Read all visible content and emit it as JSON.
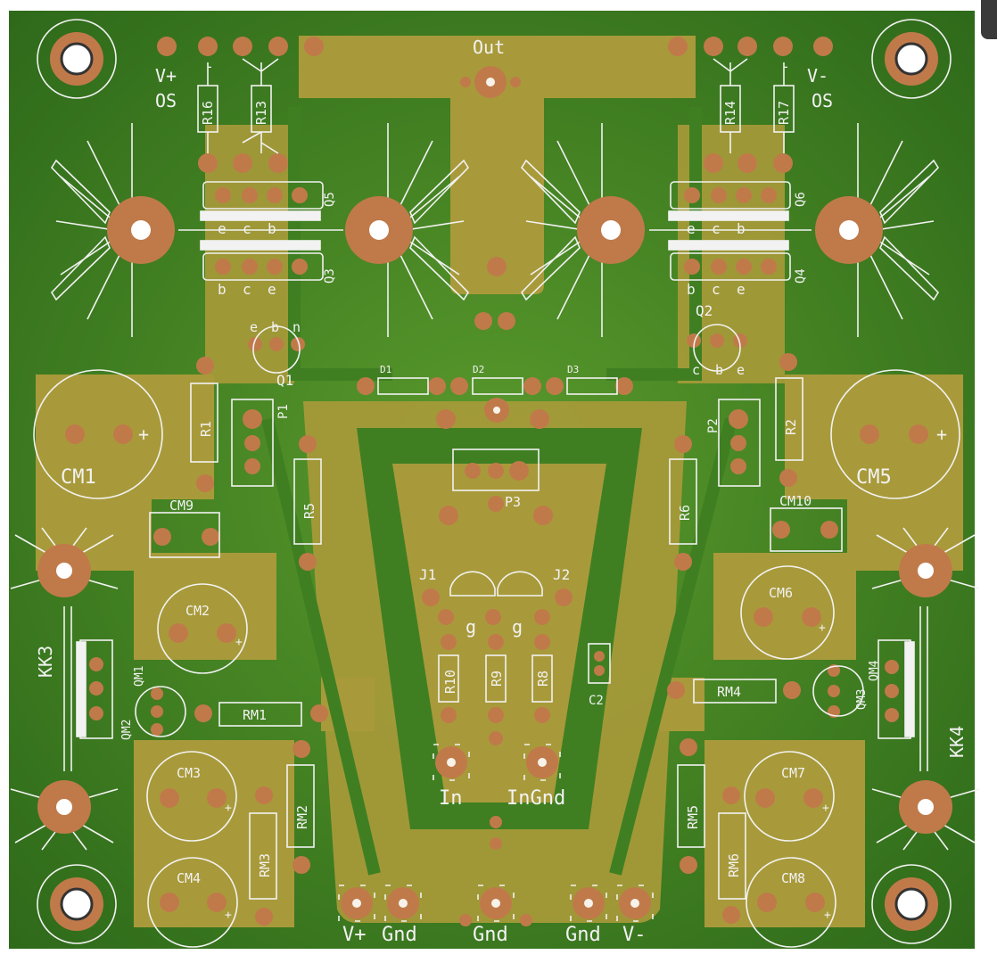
{
  "labels": {
    "out": "Out",
    "v_plus": "V+",
    "os_left": "OS",
    "v_minus": "V-",
    "os_right": "OS",
    "r16": "R16",
    "r13": "R13",
    "r14": "R14",
    "r17": "R17",
    "q5": "Q5",
    "q3": "Q3",
    "q6": "Q6",
    "q4": "Q4",
    "q1": "Q1",
    "q2": "Q2",
    "d1": "D1",
    "d2": "D2",
    "d3": "D3",
    "r1": "R1",
    "r2": "R2",
    "r5": "R5",
    "r6": "R6",
    "p1": "P1",
    "p2": "P2",
    "p3": "P3",
    "cm1": "CM1",
    "cm5": "CM5",
    "cm9": "CM9",
    "cm10": "CM10",
    "cm2": "CM2",
    "cm6": "CM6",
    "cm3": "CM3",
    "cm7": "CM7",
    "cm4": "CM4",
    "cm8": "CM8",
    "j1": "J1",
    "j2": "J2",
    "g_left": "g",
    "g_right": "g",
    "r10": "R10",
    "r9": "R9",
    "r8": "R8",
    "c2": "C2",
    "kk3": "KK3",
    "kk4": "KK4",
    "qm1": "QM1",
    "qm2": "QM2",
    "qm3": "QM3",
    "qm4": "QM4",
    "rm1": "RM1",
    "rm2": "RM2",
    "rm3": "RM3",
    "rm4": "RM4",
    "rm5": "RM5",
    "rm6": "RM6",
    "in": "In",
    "ingnd": "InGnd",
    "pwr_vplus": "V+",
    "pwr_gnd1": "Gnd",
    "pwr_gnd2": "Gnd",
    "pwr_gnd3": "Gnd",
    "pwr_vminus": "V-",
    "pin_e1": "e",
    "pin_c1": "c",
    "pin_b1": "b",
    "pin_b2": "b",
    "pin_c2": "c",
    "pin_e2": "e",
    "pin_e3": "e",
    "pin_c3": "c",
    "pin_b3": "b",
    "pin_b4": "b",
    "pin_c4": "c",
    "pin_e4": "e",
    "q1_e": "e",
    "q1_b": "b",
    "q1_n": "n",
    "q2_c": "c",
    "q2_b": "b",
    "q2_e": "e",
    "minus_l": "-",
    "minus_r": "-",
    "plus_cm1": "+",
    "plus_cm5": "+",
    "plus_cm2": "+",
    "plus_cm6": "+",
    "plus_cm3": "+",
    "plus_cm7": "+",
    "plus_cm4": "+",
    "plus_cm8": "+"
  },
  "colors": {
    "board": "#3f7f22",
    "copper": "#a89a3a",
    "pad": "#c07a4a",
    "silkscreen": "#f2f2f2"
  }
}
